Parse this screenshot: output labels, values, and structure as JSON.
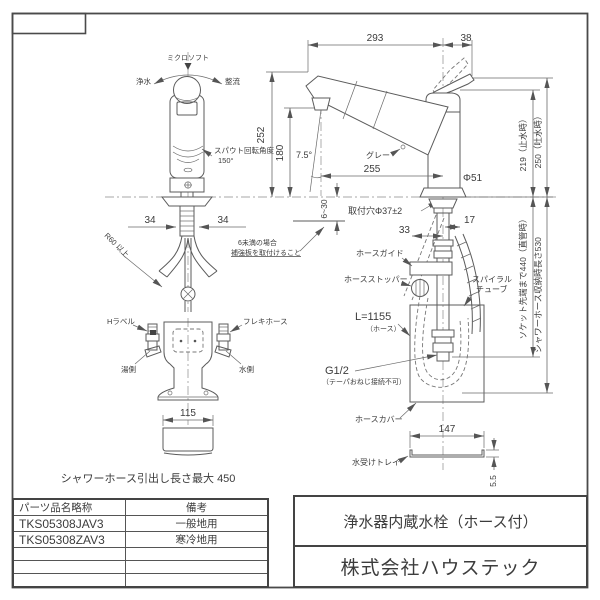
{
  "front": {
    "spray_mode_top": "ミクロソフト",
    "spray_mode_left": "浄水",
    "spray_mode_right": "整流",
    "spout_rotation_label": "スパウト回転角度",
    "spout_rotation_value": "150°",
    "dim_left_34": "34",
    "dim_right_34": "34",
    "r60_note": "R60 以上",
    "h_label": "Hラベル",
    "flex_hose": "フレキホース",
    "hot_side": "湯側",
    "cold_side": "水側",
    "dim_tray_width": "115",
    "caption": "シャワーホース引出し長さ最大 450"
  },
  "side": {
    "dim_reach_293": "293",
    "dim_handle_38": "38",
    "dim_height_252": "252",
    "dim_height_180": "180",
    "dim_angle": "7.5°",
    "dim_reach_255": "255",
    "dim_body_dia": "Φ51",
    "dim_height_stop": "219（止水時）",
    "dim_height_flow": "250（吐水時）",
    "gray_label": "グレー",
    "mount_hole": "取付穴Φ37±2",
    "dim_counter_thickness": "6~30",
    "reinforce_note1": "6未満の場合",
    "reinforce_note2": "補強板を取付けること",
    "dim_33": "33",
    "dim_17": "17",
    "hose_guide": "ホースガイド",
    "hose_stopper": "ホースストッパー",
    "spiral1": "スパイラル",
    "spiral2": "チューブ",
    "dim_socket_440": "ソケット先端まで440（直管時）",
    "dim_stored_530": "シャワーホース収納時長さ530",
    "hose_len": "L=1155",
    "hose_len_sub": "（ホース）",
    "thread": "G1/2",
    "thread_sub": "（テーパおねじ接続不可）",
    "hose_cover": "ホースカバー",
    "dim_tray_147": "147",
    "tray_label": "水受けトレイ",
    "dim_tray_h": "5.5"
  },
  "parts_table": {
    "col1": "パーツ品名略称",
    "col2": "備考",
    "rows": [
      {
        "name": "TKS05308JAV3",
        "note": "一般地用"
      },
      {
        "name": "TKS05308ZAV3",
        "note": "寒冷地用"
      },
      {
        "name": "",
        "note": ""
      },
      {
        "name": "",
        "note": ""
      },
      {
        "name": "",
        "note": ""
      }
    ]
  },
  "title_block": {
    "product": "浄水器内蔵水栓（ホース付）",
    "company": "株式会社ハウステック"
  }
}
